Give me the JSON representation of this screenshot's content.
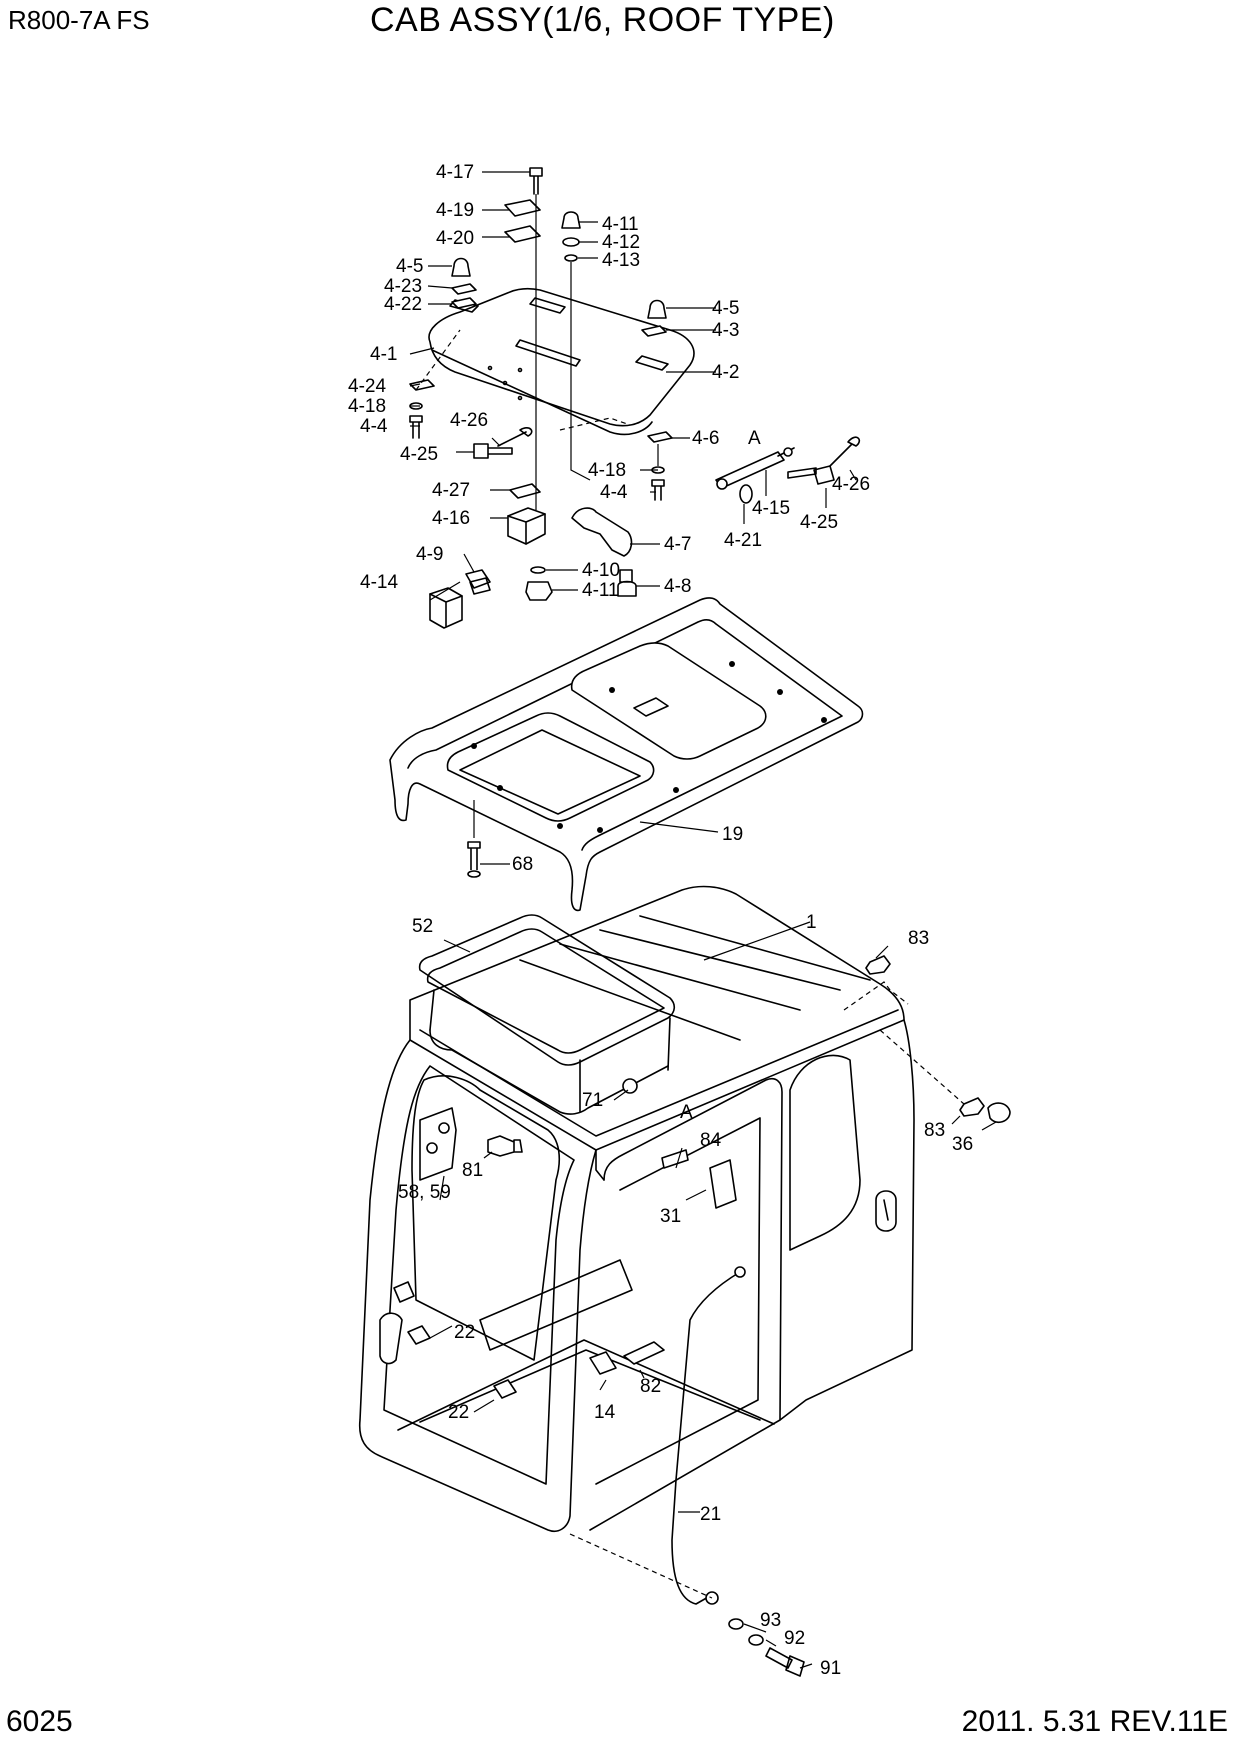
{
  "header": {
    "model": "R800-7A  FS",
    "title": "CAB ASSY(1/6, ROOF TYPE)"
  },
  "footer": {
    "page_number": "6025",
    "date_revision": "2011. 5.31  REV.11E"
  },
  "callouts": {
    "c4_17": "4-17",
    "c4_19": "4-19",
    "c4_20": "4-20",
    "c4_11a": "4-11",
    "c4_12": "4-12",
    "c4_13": "4-13",
    "c4_5a": "4-5",
    "c4_23": "4-23",
    "c4_22": "4-22",
    "c4_5b": "4-5",
    "c4_3": "4-3",
    "c4_1": "4-1",
    "c4_2": "4-2",
    "c4_24": "4-24",
    "c4_18a": "4-18",
    "c4_4a": "4-4",
    "c4_26a": "4-26",
    "c4_25a": "4-25",
    "c4_6": "4-6",
    "cA1": "A",
    "c4_18b": "4-18",
    "c4_4b": "4-4",
    "c4_26b": "4-26",
    "c4_27": "4-27",
    "c4_15": "4-15",
    "c4_25b": "4-25",
    "c4_16": "4-16",
    "c4_21": "4-21",
    "c4_7": "4-7",
    "c4_9": "4-9",
    "c4_10": "4-10",
    "c4_14": "4-14",
    "c4_11b": "4-11",
    "c4_8": "4-8",
    "c19": "19",
    "c68": "68",
    "c52": "52",
    "c1": "1",
    "c83a": "83",
    "c71": "71",
    "cA2": "A",
    "c84": "84",
    "c83b": "83",
    "c36": "36",
    "c81": "81",
    "c58_59": "58, 59",
    "c31": "31",
    "c22a": "22",
    "c82": "82",
    "c22b": "22",
    "c14": "14",
    "c21": "21",
    "c93": "93",
    "c92": "92",
    "c91": "91"
  }
}
